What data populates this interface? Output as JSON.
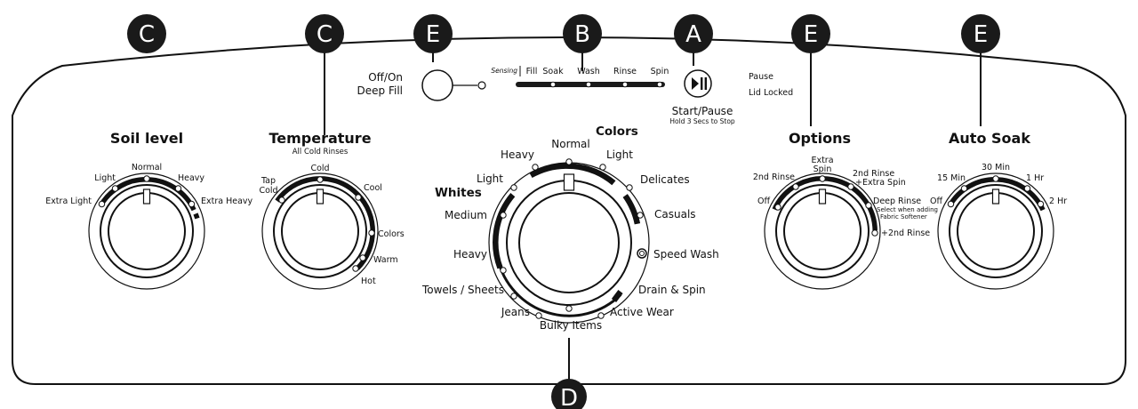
{
  "badges": {
    "c1": "C",
    "c2": "C",
    "e1": "E",
    "b": "B",
    "a": "A",
    "e2": "E",
    "e3": "E",
    "d": "D"
  },
  "power": {
    "line1": "Off/On",
    "line2": "Deep Fill"
  },
  "status": {
    "sensing": "Sensing",
    "steps": [
      "Fill",
      "Soak",
      "Wash",
      "Rinse",
      "Spin"
    ]
  },
  "start": {
    "label": "Start/Pause",
    "sub": "Hold 3 Secs to Stop",
    "pause": "Pause",
    "lid_locked": "Lid Locked"
  },
  "soil": {
    "title": "Soil level",
    "extra_light": "Extra Light",
    "light": "Light",
    "normal": "Normal",
    "heavy": "Heavy",
    "extra_heavy": "Extra Heavy"
  },
  "temperature": {
    "title": "Temperature",
    "sub": "All Cold Rinses",
    "tap_cold_1": "Tap",
    "tap_cold_2": "Cold",
    "cold": "Cold",
    "cool": "Cool",
    "colors": "Colors",
    "warm": "Warm",
    "hot": "Hot"
  },
  "cycle": {
    "colors_header": "Colors",
    "whites_header": "Whites",
    "heavy_top": "Heavy",
    "normal": "Normal",
    "light_r": "Light",
    "light_l": "Light",
    "delicates": "Delicates",
    "casuals": "Casuals",
    "speed_wash": "Speed Wash",
    "drain_spin": "Drain & Spin",
    "active_wear": "Active Wear",
    "bulky_items": "Bulky Items",
    "jeans": "Jeans",
    "towels_sheets": "Towels / Sheets",
    "heavy_left": "Heavy",
    "medium": "Medium"
  },
  "options": {
    "title": "Options",
    "off": "Off",
    "second_rinse": "2nd Rinse",
    "extra_spin_1": "Extra",
    "extra_spin_2": "Spin",
    "rinse_extra_1": "2nd Rinse",
    "rinse_extra_2": "+Extra Spin",
    "deep_rinse": "Deep Rinse",
    "deep_note_1": "Select when adding",
    "deep_note_2": "Fabric Softener",
    "plus_second_rinse": "+2nd Rinse"
  },
  "auto_soak": {
    "title": "Auto Soak",
    "off": "Off",
    "m15": "15 Min",
    "m30": "30 Min",
    "h1": "1 Hr",
    "h2": "2 Hr"
  }
}
